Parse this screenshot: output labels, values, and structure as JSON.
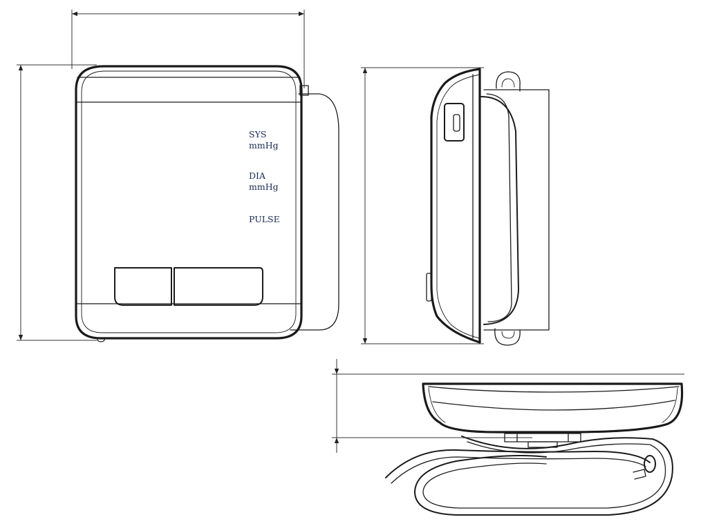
{
  "display_labels": {
    "sys": "SYS",
    "sys_unit": "mmHg",
    "dia": "DIA",
    "dia_unit": "mmHg",
    "pulse": "PULSE"
  },
  "line_color": "#1a1a1a",
  "label_color": "#1a2a55"
}
